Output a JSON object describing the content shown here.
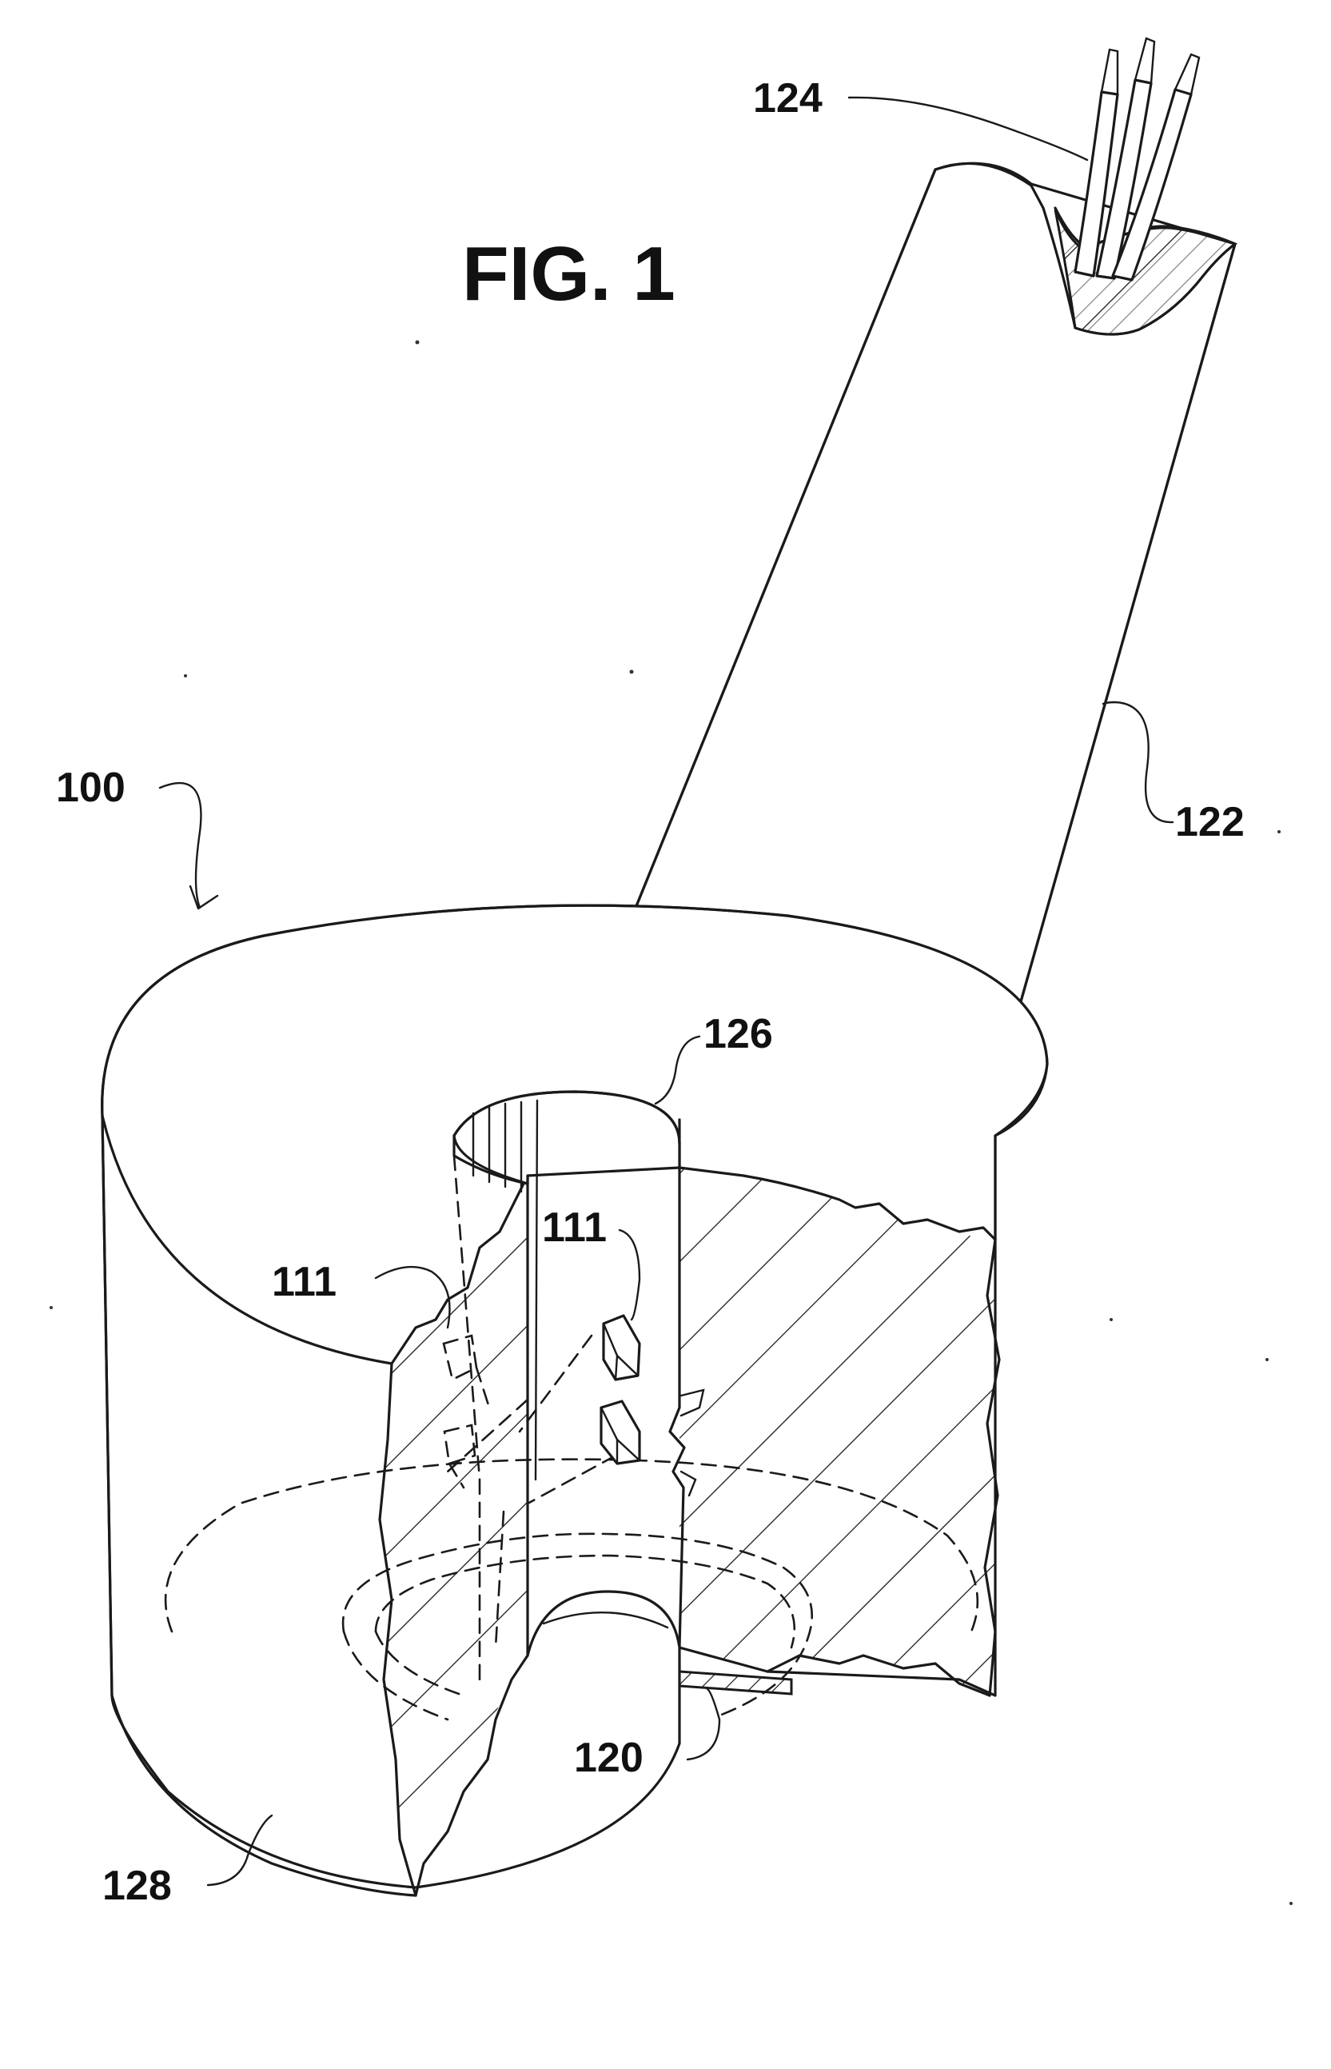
{
  "figure": {
    "title": "FIG. 1",
    "labels": {
      "assembly": "100",
      "sensor_left": "111",
      "sensor_right": "111",
      "base_ring": "120",
      "tapered_stem": "122",
      "lead_wires": "124",
      "center_bore": "126",
      "outer_wall": "128"
    }
  }
}
